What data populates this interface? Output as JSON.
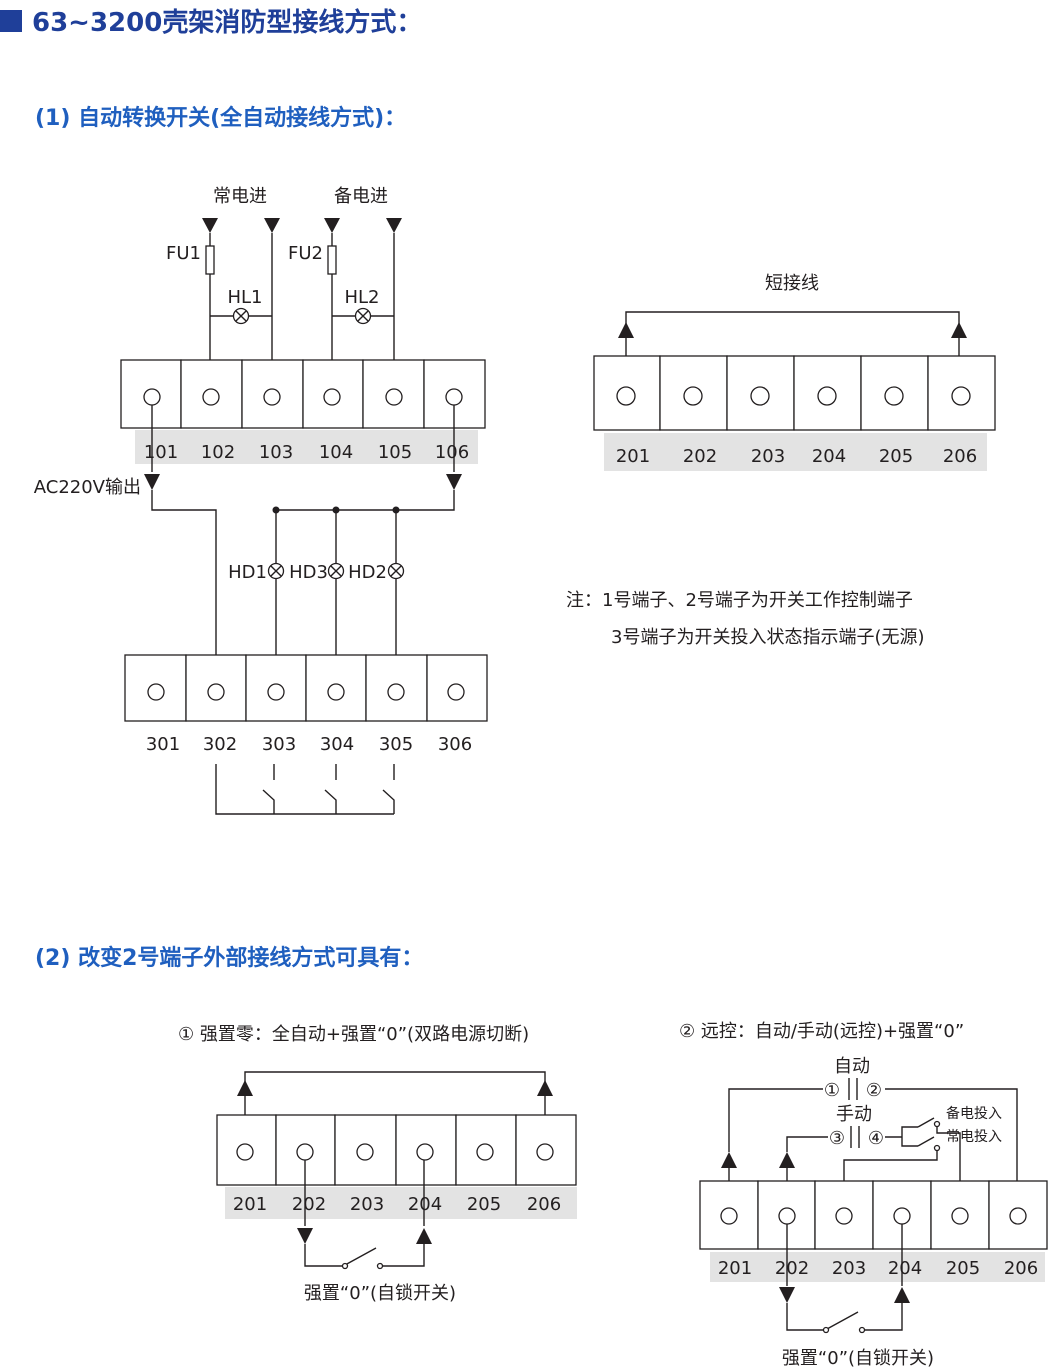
{
  "title": "63~3200壳架消防型接线方式：",
  "section1": {
    "title": "(1) 自动转换开关(全自动接线方式)：",
    "main_power": "常电进",
    "backup_power": "备电进",
    "fuse1": "FU1",
    "fuse2": "FU2",
    "lamp1": "HL1",
    "lamp2": "HL2",
    "output": "AC220V输出",
    "jumper": "短接线",
    "terminals_100": [
      "101",
      "102",
      "103",
      "104",
      "105",
      "106"
    ],
    "terminals_200": [
      "201",
      "202",
      "203",
      "204",
      "205",
      "206"
    ],
    "terminals_300": [
      "301",
      "302",
      "303",
      "304",
      "305",
      "306"
    ],
    "hd1": "HD1",
    "hd3": "HD3",
    "hd2": "HD2",
    "note_line1": "注：1号端子、2号端子为开关工作控制端子",
    "note_line2": "3号端子为开关投入状态指示端子(无源)"
  },
  "section2": {
    "title": "(2) 改变2号端子外部接线方式可具有：",
    "option1_title": "① 强置零：全自动+强置“0”(双路电源切断)",
    "option2_title": "② 远控：自动/手动(远控)+强置“0”",
    "terminals_a": [
      "201",
      "202",
      "203",
      "204",
      "205",
      "206"
    ],
    "terminals_b": [
      "201",
      "202",
      "203",
      "204",
      "205",
      "206"
    ],
    "force_zero_label": "强置“0”(自锁开关)",
    "auto_label": "自动",
    "manual_label": "手动",
    "c1": "①",
    "c2": "②",
    "c3": "③",
    "c4": "④",
    "backup_on": "备电投入",
    "main_on": "常电投入"
  }
}
